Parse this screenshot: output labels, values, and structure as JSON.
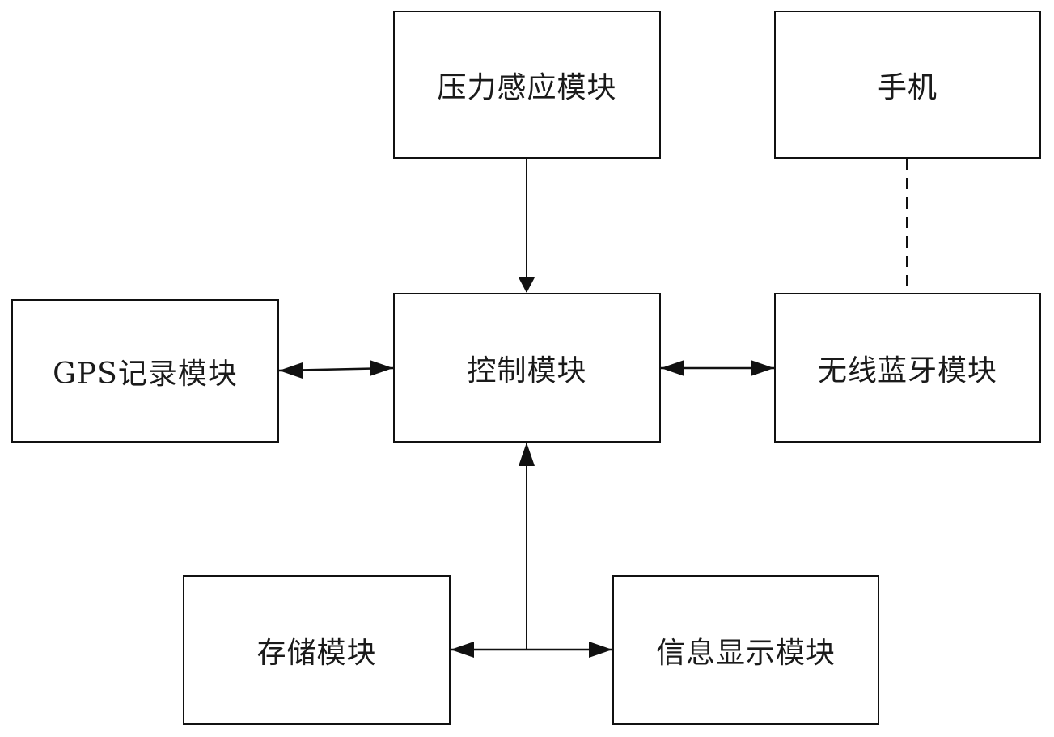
{
  "modules": {
    "pressure": "压力感应模块",
    "phone": "手机",
    "gps": "GPS记录模块",
    "control": "控制模块",
    "bluetooth": "无线蓝牙模块",
    "storage": "存储模块",
    "display": "信息显示模块"
  }
}
